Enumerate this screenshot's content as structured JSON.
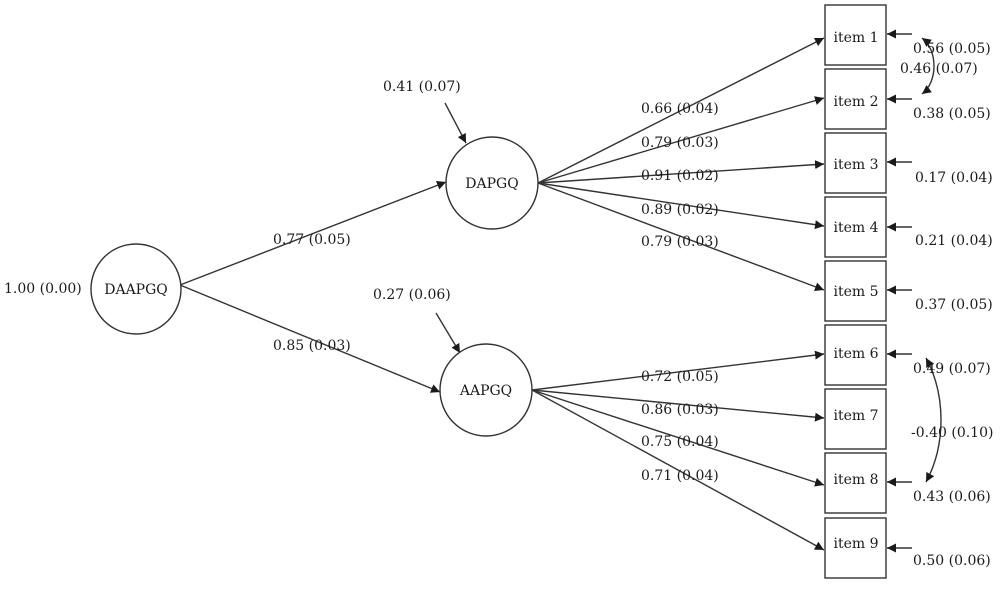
{
  "latents": {
    "DAAPGQ": {
      "label": "DAAPGQ",
      "variance": "1.00 (0.00)"
    },
    "DAPGQ": {
      "label": "DAPGQ",
      "residual": "0.41 (0.07)"
    },
    "AAPGQ": {
      "label": "AAPGQ",
      "residual": "0.27 (0.06)"
    }
  },
  "second_order_loadings": {
    "DAPGQ": "0.77 (0.05)",
    "AAPGQ": "0.85 (0.03)"
  },
  "items": [
    {
      "label": "item 1",
      "loading": "0.66 (0.04)",
      "error": "0.56 (0.05)"
    },
    {
      "label": "item 2",
      "loading": "0.79 (0.03)",
      "error": "0.38 (0.05)"
    },
    {
      "label": "item 3",
      "loading": "0.91 (0.02)",
      "error": "0.17 (0.04)"
    },
    {
      "label": "item 4",
      "loading": "0.89 (0.02)",
      "error": "0.21 (0.04)"
    },
    {
      "label": "item 5",
      "loading": "0.79 (0.03)",
      "error": "0.37 (0.05)"
    },
    {
      "label": "item 6",
      "loading": "0.72 (0.05)",
      "error": "0.49 (0.07)"
    },
    {
      "label": "item 7",
      "loading": "0.86 (0.03)",
      "error": ""
    },
    {
      "label": "item 8",
      "loading": "0.75 (0.04)",
      "error": "0.43 (0.06)"
    },
    {
      "label": "item 9",
      "loading": "0.71 (0.04)",
      "error": "0.50 (0.06)"
    }
  ],
  "covariances": {
    "item1_item2": "0.46 (0.07)",
    "item6_item8": "-0.40 (0.10)"
  }
}
